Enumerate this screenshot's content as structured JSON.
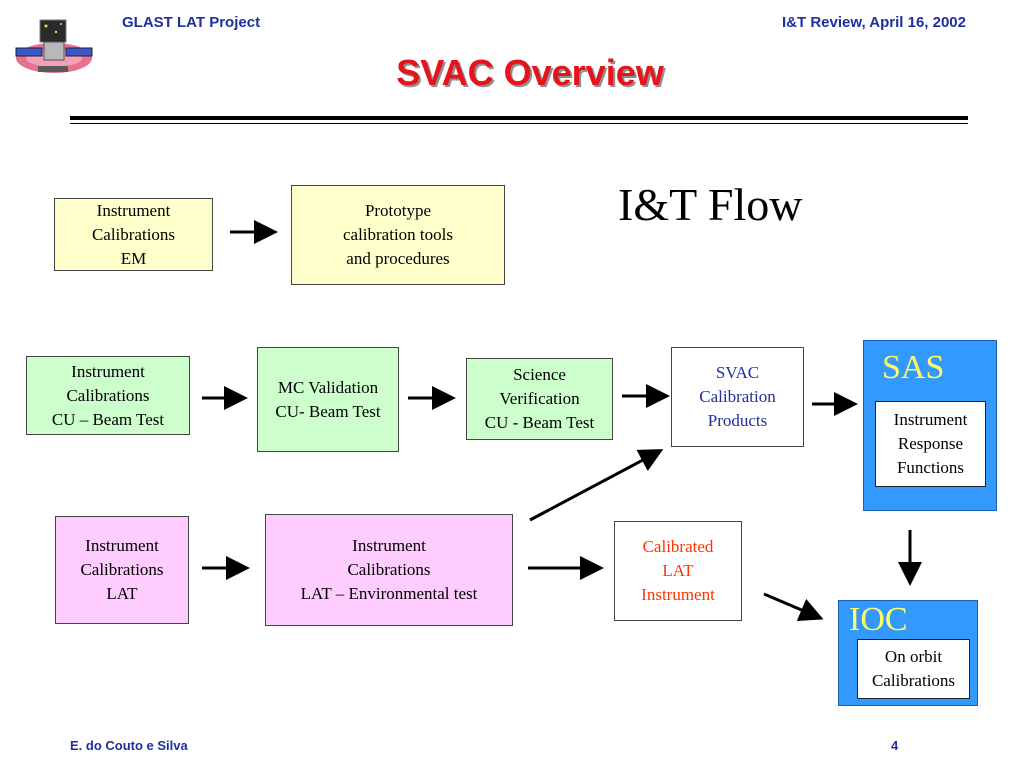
{
  "header": {
    "project": "GLAST LAT Project",
    "review": "I&T  Review, April 16, 2002"
  },
  "slide": {
    "title": "SVAC Overview",
    "flow_title": "I&T Flow"
  },
  "boxes": {
    "em": "Instrument\nCalibrations\nEM",
    "prototype": "Prototype\ncalibration tools\nand procedures",
    "cu_beam": "Instrument\nCalibrations\nCU – Beam Test",
    "mc_validation": "MC Validation\nCU- Beam Test",
    "science_verification": "Science\nVerification\nCU - Beam Test",
    "svac_products": "SVAC\nCalibration\nProducts",
    "lat": "Instrument\nCalibrations\nLAT",
    "lat_env": "Instrument\nCalibrations\nLAT – Environmental test",
    "calibrated_lat": "Calibrated\nLAT\nInstrument"
  },
  "sas": {
    "title": "SAS",
    "box": "Instrument\nResponse\nFunctions"
  },
  "ioc": {
    "title": "IOC",
    "box": "On orbit\nCalibrations"
  },
  "footer": {
    "author": "E. do Couto e Silva",
    "page": "4"
  },
  "colors": {
    "header_blue": "#1f2fa0",
    "title_red": "#e8131a",
    "box_yellow": "#ffffcc",
    "box_green": "#ccffcc",
    "box_pink": "#ffccff",
    "panel_blue": "#3399ff",
    "panel_title_yellow": "#ffff66",
    "calibrated_orange": "#ff3300"
  },
  "icons": {
    "logo": "glast-satellite-logo-icon",
    "arrow": "arrow-right-icon"
  }
}
